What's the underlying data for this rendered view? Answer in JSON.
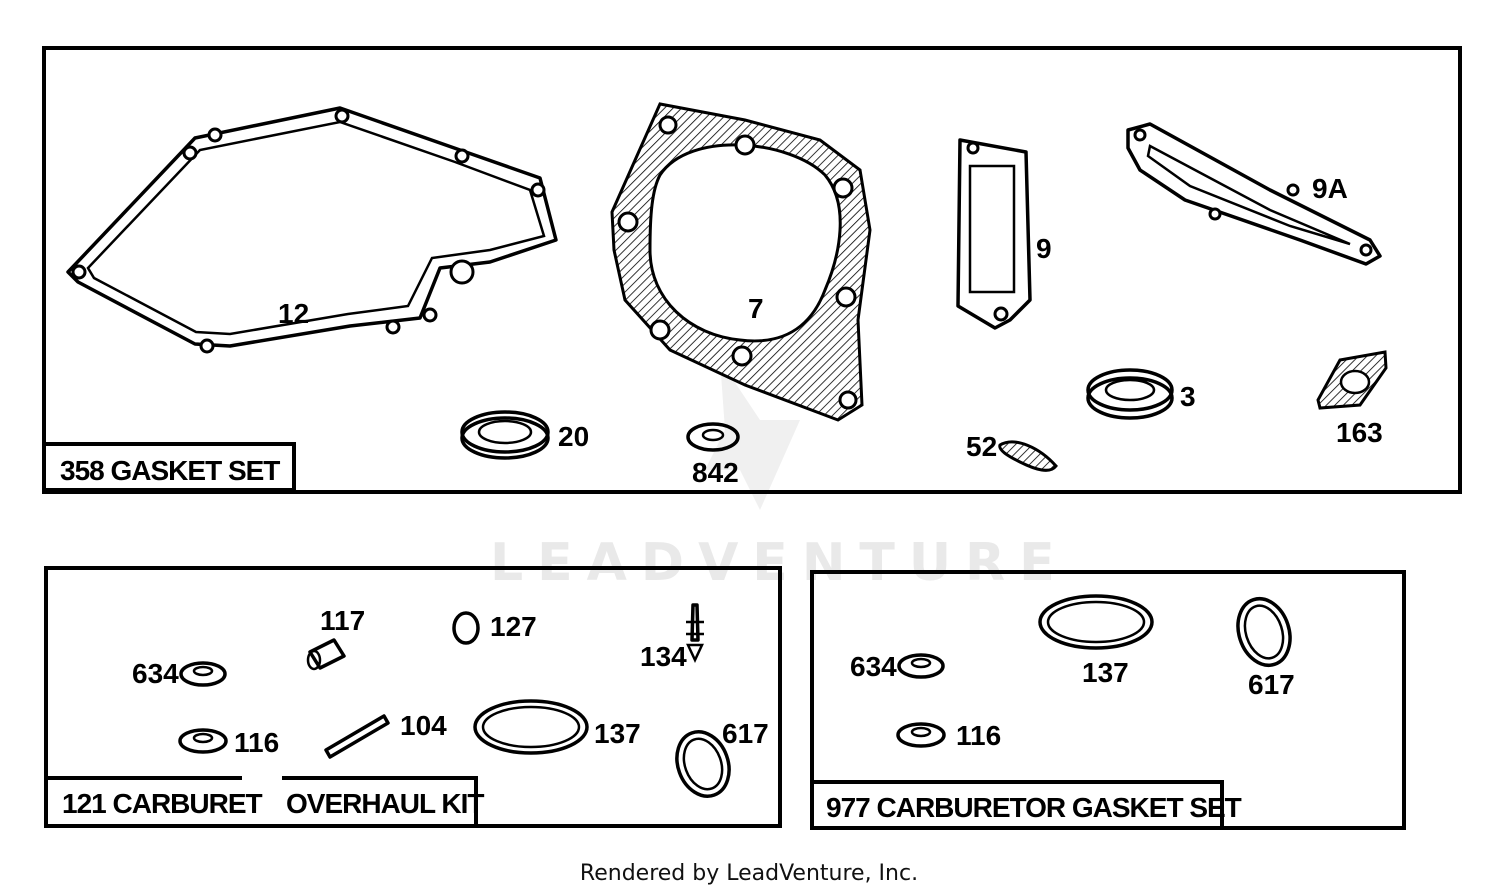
{
  "watermark": "LEADVENTURE",
  "footer": "Rendered by LeadVenture, Inc.",
  "kits": {
    "gasket_set": {
      "label": "358 GASKET SET"
    },
    "overhaul_kit": {
      "label_left": "121 CARBURET",
      "label_right": "OVERHAUL KIT"
    },
    "carb_gasket_set": {
      "label": "977 CARBURETOR GASKET SET"
    }
  },
  "callouts": {
    "p12": "12",
    "p7": "7",
    "p9": "9",
    "p9a": "9A",
    "p20": "20",
    "p842": "842",
    "p52": "52",
    "p3": "3",
    "p163": "163",
    "k634": "634",
    "k116": "116",
    "k117": "117",
    "k104": "104",
    "k127": "127",
    "k137": "137",
    "k134": "134",
    "k617": "617",
    "c634": "634",
    "c116": "116",
    "c137": "137",
    "c617": "617"
  }
}
